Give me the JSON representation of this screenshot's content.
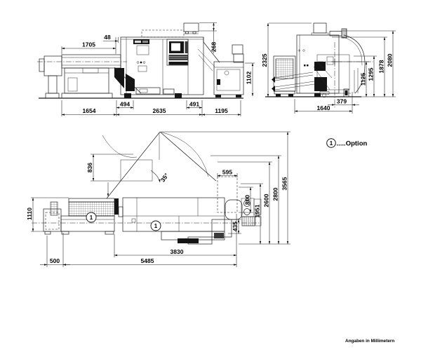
{
  "option_note": {
    "marker": "1",
    "label": ".....Option"
  },
  "footer": {
    "units_note": "Angaben in Millimetern"
  },
  "side_view": {
    "dims": {
      "bar_length": "1705",
      "gap": "48",
      "exhaust_height": "268",
      "conveyor_height": "1102",
      "seg_494": "494",
      "seg_491": "491",
      "feeder_length": "1654",
      "machine_length": "2635",
      "conveyor_length": "1195"
    }
  },
  "front_view": {
    "dims": {
      "total_height": "2325",
      "spindle_height": "1125",
      "h_1295": "1295",
      "h_1878": "1878",
      "h_2080": "2080",
      "spindle_offset": "379",
      "width": "1640"
    }
  },
  "plan_view": {
    "dims": {
      "door_depth": "836",
      "door_angle": "35°",
      "feeder_width": "1110",
      "box_width": "595",
      "box_depth": "800",
      "step_depth": "435",
      "d_1951": "1951",
      "d_2600": "2600",
      "d_2800": "2800",
      "total_depth": "3565",
      "feeder_offset": "500",
      "total_length": "5485",
      "machine_length": "3830"
    },
    "option_markers": [
      "1",
      "1"
    ]
  }
}
